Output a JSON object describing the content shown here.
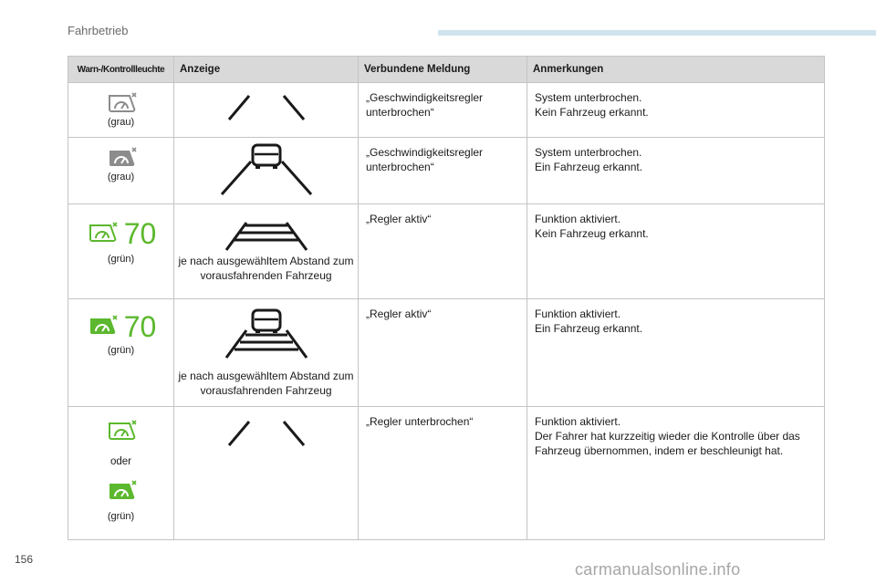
{
  "section": {
    "title": "Fahrbetrieb"
  },
  "page_number": "156",
  "watermark": "carmanualsonline.info",
  "colors": {
    "grey_icon": "#8c8c8c",
    "green_icon": "#5cb82e",
    "header_bg": "#d9d9d9"
  },
  "table": {
    "headers": {
      "lamp": "Warn-/Kontrollleuchte",
      "display": "Anzeige",
      "message": "Verbundene Meldung",
      "notes": "Anmerkungen"
    },
    "rows": [
      {
        "lamp_icon": "speedometer-outline-grey-icon",
        "lamp_caption": "(grau)",
        "display_icon": "two-lane-lines-icon",
        "message": "„Geschwindigkeitsregler unterbrochen“",
        "notes": [
          "System unterbrochen.",
          "Kein Fahrzeug erkannt."
        ]
      },
      {
        "lamp_icon": "speedometer-filled-grey-icon",
        "lamp_caption": "(grau)",
        "display_icon": "lane-lines-with-car-icon",
        "message": "„Geschwindigkeitsregler unterbrochen“",
        "notes": [
          "System unterbrochen.",
          "Ein Fahrzeug erkannt."
        ]
      },
      {
        "lamp_icon": "speedometer-outline-green-icon",
        "lamp_value": "70",
        "lamp_caption": "(grün)",
        "display_icon": "lane-with-distance-bars-icon",
        "display_note": "je nach ausgewähltem Abstand zum vorausfahrenden Fahrzeug",
        "message": "„Regler aktiv“",
        "notes": [
          "Funktion aktiviert.",
          "Kein Fahrzeug erkannt."
        ]
      },
      {
        "lamp_icon": "speedometer-filled-green-icon",
        "lamp_value": "70",
        "lamp_caption": "(grün)",
        "display_icon": "lane-with-distance-bars-and-car-icon",
        "display_note": "je nach ausgewähltem Abstand zum vorausfahrenden Fahrzeug",
        "message": "„Regler aktiv“",
        "notes": [
          "Funktion aktiviert.",
          "Ein Fahrzeug erkannt."
        ]
      },
      {
        "lamp_icon": "speedometer-outline-green-icon",
        "lamp_or": "oder",
        "lamp_icon_2": "speedometer-filled-green-icon",
        "lamp_caption": "(grün)",
        "display_icon": "two-lane-lines-icon",
        "message": "„Regler unterbrochen“",
        "notes": [
          "Funktion aktiviert.",
          "Der Fahrer hat kurzzeitig wieder die Kontrolle über das Fahrzeug übernommen, indem er beschleunigt hat."
        ]
      }
    ]
  }
}
